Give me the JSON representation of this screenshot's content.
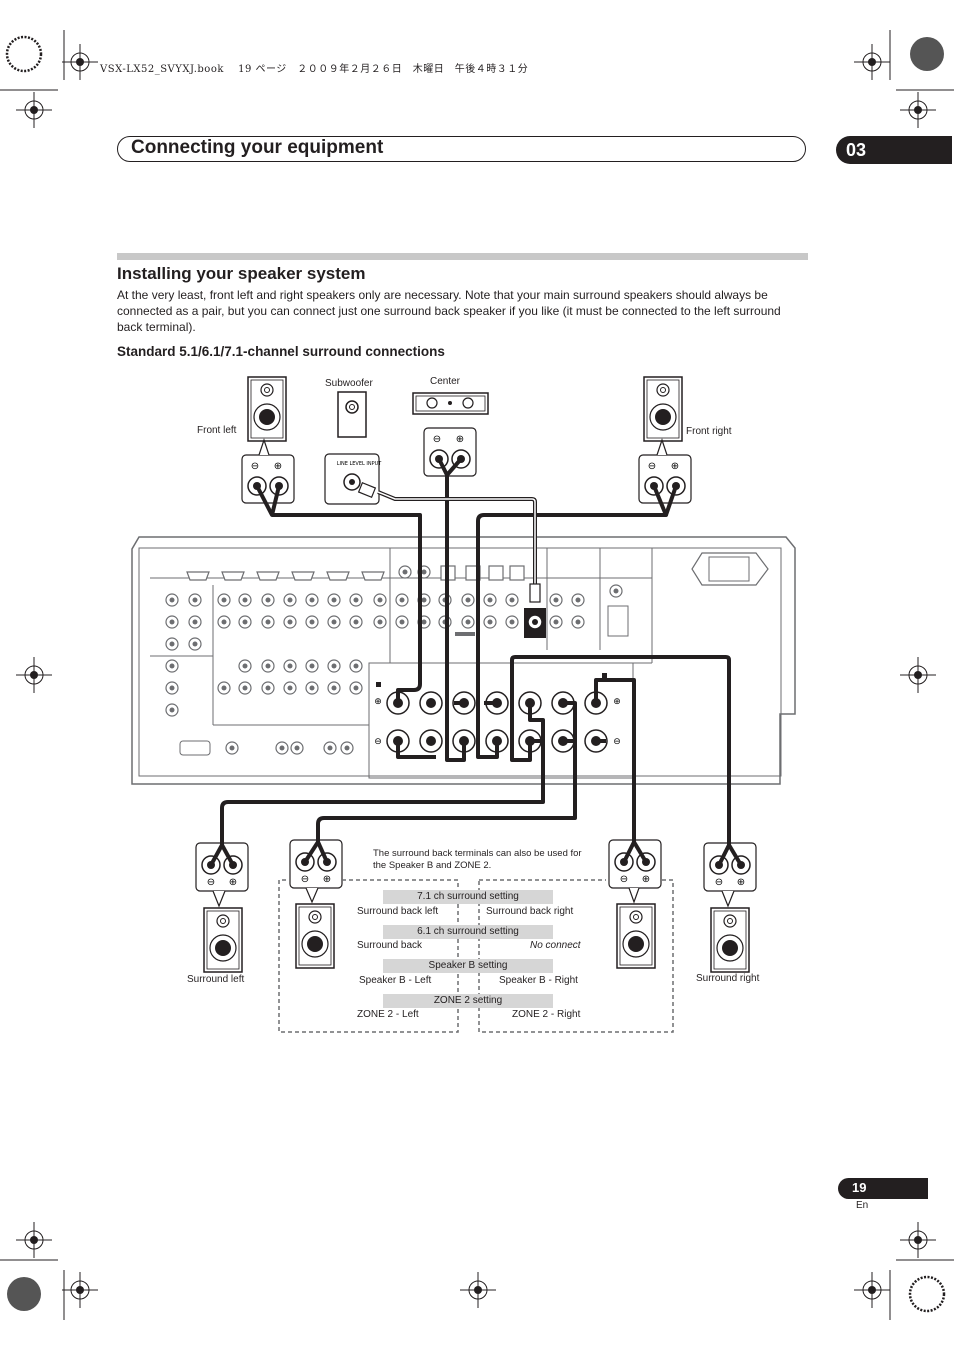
{
  "meta": {
    "file_info": "VSX-LX52_SVYXJ.book　 19 ページ　２００９年２月２６日　木曜日　午後４時３１分"
  },
  "header": {
    "title": "Connecting your equipment",
    "chapter": "03"
  },
  "section": {
    "title": "Installing your speaker system",
    "body": "At the very least, front left and right speakers only are necessary. Note that your main surround speakers should always be connected as a pair, but you can connect just one surround back speaker if you like (it must be connected to the left surround back terminal).",
    "subtitle": "Standard 5.1/6.1/7.1-channel surround connections"
  },
  "diagram": {
    "labels": {
      "front_left": "Front left",
      "front_right": "Front right",
      "subwoofer": "Subwoofer",
      "center": "Center",
      "line_level_input": "LINE LEVEL INPUT",
      "surround_left": "Surround left",
      "surround_right": "Surround right"
    },
    "note": "The surround back terminals can also be used for the Speaker B and ZONE 2.",
    "settings": [
      {
        "title": "7.1 ch surround setting",
        "left": "Surround back left",
        "right": "Surround back right"
      },
      {
        "title": "6.1 ch surround setting",
        "left": "Surround back",
        "right": "No connect"
      },
      {
        "title": "Speaker B setting",
        "left": "Speaker B - Left",
        "right": "Speaker B - Right"
      },
      {
        "title": "ZONE 2 setting",
        "left": "ZONE 2 - Left",
        "right": "ZONE 2 - Right"
      }
    ]
  },
  "footer": {
    "page": "19",
    "lang": "En"
  }
}
